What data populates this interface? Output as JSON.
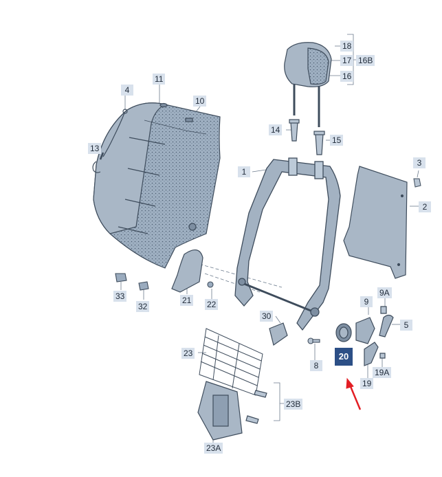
{
  "diagram": {
    "highlight_color": "#2c4f86",
    "label_bg": "#d8e1ec",
    "arrow_color": "#e31e24",
    "parts": [
      {
        "id": "p4",
        "text": "4"
      },
      {
        "id": "p11",
        "text": "11"
      },
      {
        "id": "p10",
        "text": "10"
      },
      {
        "id": "p13",
        "text": "13"
      },
      {
        "id": "p18",
        "text": "18"
      },
      {
        "id": "p17",
        "text": "17"
      },
      {
        "id": "p16B",
        "text": "16B"
      },
      {
        "id": "p16",
        "text": "16"
      },
      {
        "id": "p14",
        "text": "14"
      },
      {
        "id": "p15",
        "text": "15"
      },
      {
        "id": "p1",
        "text": "1"
      },
      {
        "id": "p3",
        "text": "3"
      },
      {
        "id": "p2",
        "text": "2"
      },
      {
        "id": "p33",
        "text": "33"
      },
      {
        "id": "p32",
        "text": "32"
      },
      {
        "id": "p21",
        "text": "21"
      },
      {
        "id": "p22",
        "text": "22"
      },
      {
        "id": "p9A",
        "text": "9A"
      },
      {
        "id": "p9",
        "text": "9"
      },
      {
        "id": "p5",
        "text": "5"
      },
      {
        "id": "p30",
        "text": "30"
      },
      {
        "id": "p20",
        "text": "20"
      },
      {
        "id": "p8",
        "text": "8"
      },
      {
        "id": "p19A",
        "text": "19A"
      },
      {
        "id": "p19",
        "text": "19"
      },
      {
        "id": "p23",
        "text": "23"
      },
      {
        "id": "p23B",
        "text": "23B"
      },
      {
        "id": "p23A",
        "text": "23A"
      }
    ]
  }
}
